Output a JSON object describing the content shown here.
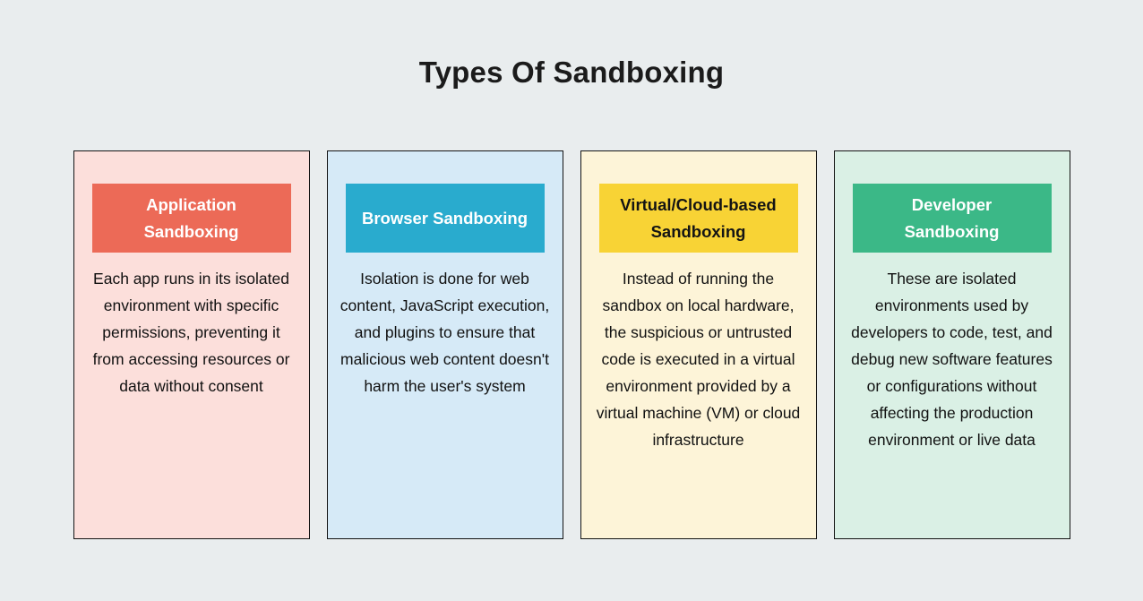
{
  "title": "Types Of Sandboxing",
  "colors": {
    "page_bg": "#e9edee",
    "card_border": "#141414"
  },
  "cards": [
    {
      "header": "Application Sandboxing",
      "body": "Each app runs in its isolated environment with specific permissions, preventing it from accessing resources or data without consent",
      "header_bg": "#ec6a57",
      "header_text": "#ffffff",
      "card_bg": "#fcdfdb"
    },
    {
      "header": "Browser Sandboxing",
      "body": "Isolation is done for web content, JavaScript execution, and plugins to ensure that malicious web content doesn't harm the user's system",
      "header_bg": "#29abce",
      "header_text": "#ffffff",
      "card_bg": "#d6eaf7"
    },
    {
      "header": "Virtual/Cloud-based Sandboxing",
      "body": "Instead of running the sandbox on local hardware, the suspicious or untrusted code is executed in a virtual environment provided by a virtual machine (VM) or cloud infrastructure",
      "header_bg": "#f8d335",
      "header_text": "#141414",
      "card_bg": "#fdf4d8"
    },
    {
      "header": "Developer Sandboxing",
      "body": "These are isolated environments used by developers to code, test, and debug new software features or configurations without affecting the production environment or live data",
      "header_bg": "#3bb887",
      "header_text": "#ffffff",
      "card_bg": "#daf0e5"
    }
  ]
}
